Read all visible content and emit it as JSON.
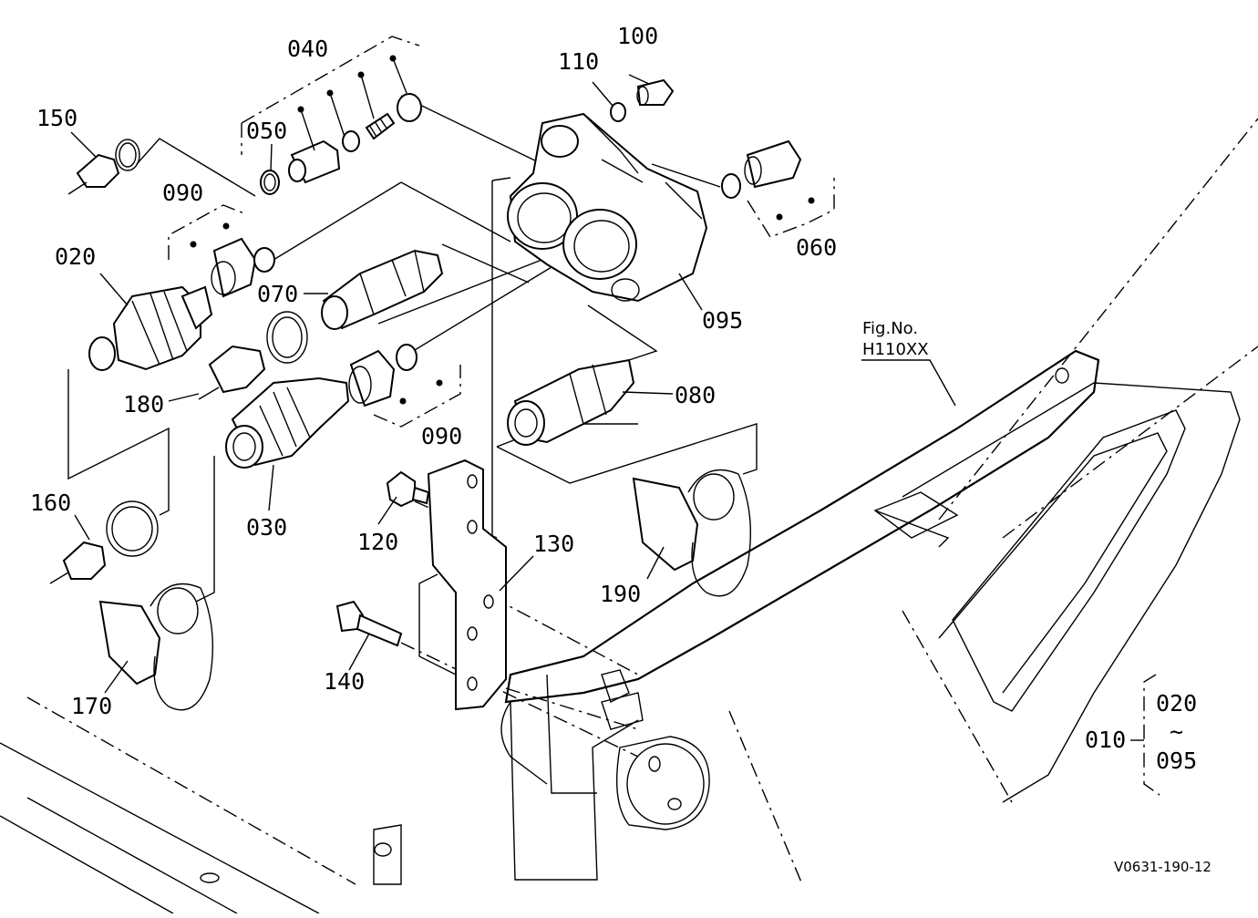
{
  "diagram": {
    "callouts": {
      "c010": "010",
      "c020": "020",
      "c030": "030",
      "c040": "040",
      "c050": "050",
      "c060": "060",
      "c070": "070",
      "c080": "080",
      "c090a": "090",
      "c090b": "090",
      "c095": "095",
      "c100": "100",
      "c110": "110",
      "c120": "120",
      "c130": "130",
      "c140": "140",
      "c150": "150",
      "c160": "160",
      "c170": "170",
      "c180": "180",
      "c190": "190"
    },
    "range": {
      "start": "020",
      "tilde": "~",
      "end": "095"
    },
    "figure_reference": {
      "label": "Fig.No.",
      "number": "H110XX"
    },
    "drawing_code": "V0631-190-12"
  }
}
